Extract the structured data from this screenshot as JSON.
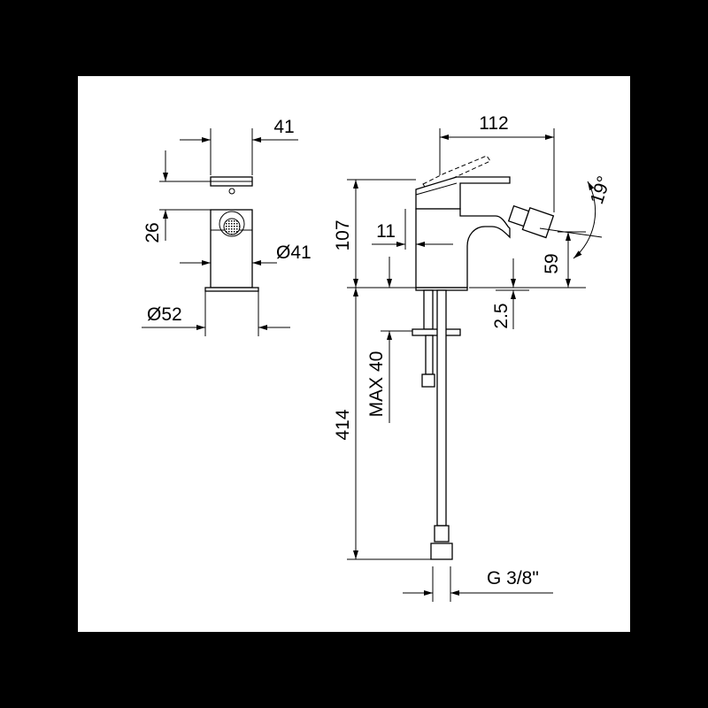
{
  "drawing": {
    "side_view": {
      "width_label": "41",
      "lever_height_label": "26",
      "outlet_diameter_label": "Ø41",
      "base_diameter_label": "Ø52"
    },
    "front_view": {
      "reach_label": "112",
      "lever_angle_label": "19°",
      "height_label": "107",
      "body_offset_label": "11",
      "spout_height_label": "59",
      "base_thickness_label": "2.5",
      "max_deck_label": "MAX 40",
      "hose_length_label": "414",
      "connection_label": "G 3/8\""
    }
  },
  "colors": {
    "frame": "#000000",
    "paper": "#ffffff",
    "ink": "#000000"
  }
}
